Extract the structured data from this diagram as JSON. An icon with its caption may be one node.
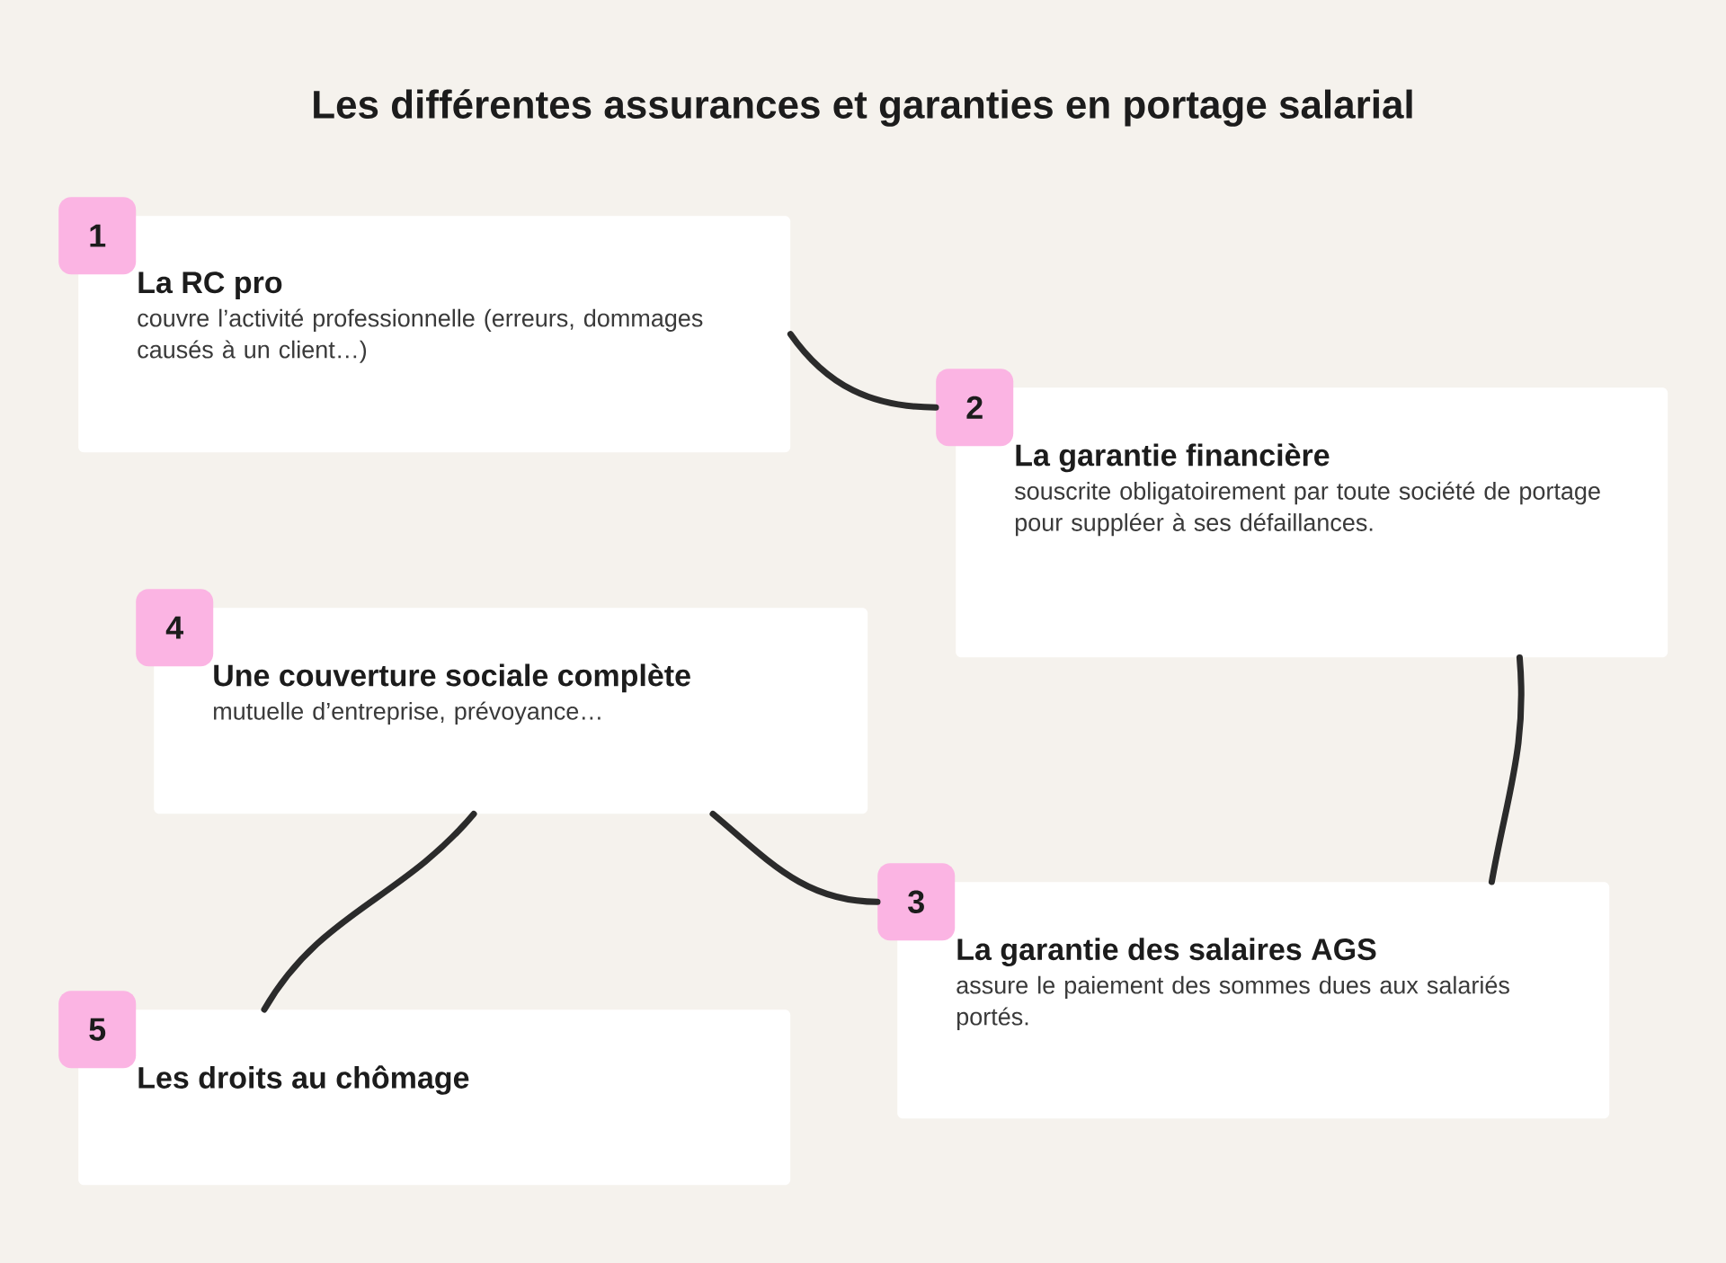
{
  "diagram": {
    "title": "Les différentes assurances et garanties en portage salarial",
    "nodes": [
      {
        "text": [
          "1"
        ]
      },
      {
        "text": [
          "La RC pro",
          "couvre l’activité professionnelle (erreurs, dommages causés à un client…)"
        ]
      },
      {
        "text": [
          "2"
        ]
      },
      {
        "text": [
          "La garantie financière",
          "souscrite obligatoirement par toute société de portage pour suppléer à ses défaillances."
        ]
      },
      {
        "text": [
          "4"
        ]
      },
      {
        "text": [
          "Une couverture sociale complète",
          "mutuelle d’entreprise, prévoyance…"
        ]
      },
      {
        "text": [
          "3"
        ]
      },
      {
        "text": [
          "La garantie des salaires AGS",
          "assure le paiement des sommes dues aux salariés portés."
        ]
      },
      {
        "text": [
          "5"
        ]
      },
      {
        "text": [
          "Les droits au chômage"
        ]
      }
    ],
    "edges": [
      {
        "from": 1,
        "to": 2,
        "arrow": "none"
      },
      {
        "from": 3,
        "to": 7,
        "arrow": "none"
      },
      {
        "from": 5,
        "to": 6,
        "arrow": "none"
      },
      {
        "from": 5,
        "to": 9,
        "arrow": "none"
      }
    ]
  }
}
